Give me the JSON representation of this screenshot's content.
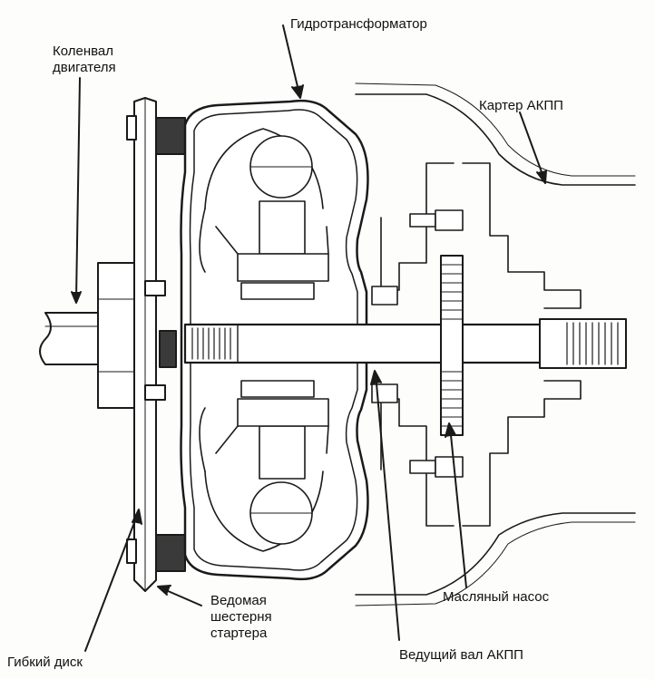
{
  "labels": {
    "crankshaft": [
      "Коленвал",
      "двигателя"
    ],
    "torque_converter": "Гидротрансформатор",
    "transmission_case": "Картер АКПП",
    "oil_pump": "Масляный насос",
    "starter_gear": [
      "Ведомая",
      "шестерня",
      "стартера"
    ],
    "flex_plate": "Гибкий диск",
    "input_shaft": "Ведущий вал АКПП"
  },
  "colors": {
    "ink": "#1a1a1a",
    "paper": "#fdfdfb",
    "shade": "#3a3a3a"
  }
}
